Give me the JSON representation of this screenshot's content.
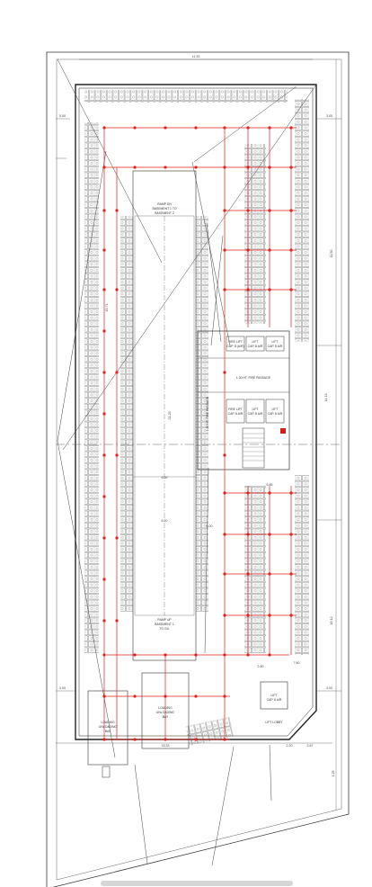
{
  "colors": {
    "line": "#3a3a3a",
    "sprinkler": "#e0201a",
    "paper": "#ffffff",
    "scroll": "#d6d6d6"
  },
  "ramp": {
    "top": {
      "line1": "RAMP DN",
      "line2": "BASEMENT 1 TO",
      "line3": "BASEMENT 2"
    },
    "bottom": {
      "line1": "RAMP UP",
      "line2": "BASEMENT 1",
      "line3": "TO G/L"
    }
  },
  "core": {
    "fire_lift": {
      "line1": "FIRE LIFT",
      "line2": "CAP. 8 (A/R)"
    },
    "lift_1": {
      "line1": "LIFT",
      "line2": "CAP. 8 A/R"
    },
    "lift_2": {
      "line1": "LIFT",
      "line2": "CAP. 8 A/R"
    },
    "passage": "1.00 HT. FIRE PASSAGE",
    "fire_lift_2": {
      "line1": "FIRE LIFT",
      "line2": "CAP. 8 A/R"
    },
    "lift_3": {
      "line1": "LIFT",
      "line2": "CAP. 8 A/R"
    },
    "lift_4": {
      "line1": "LIFT",
      "line2": "CAP. 8 A/R"
    },
    "vertical": "1.50 HT. FIRE PASSAGE"
  },
  "bottom_rooms": {
    "left": {
      "line1": "LOADING",
      "line2": "UNLOADING",
      "line3": "BAY"
    },
    "center": {
      "line1": "LOADING",
      "line2": "UNLOADING",
      "line3": "BAY"
    },
    "lift": {
      "line1": "LIFT",
      "line2": "CAP. 8 A/R"
    },
    "lift_lobby": "LIFT LOBBY"
  },
  "dims": {
    "top_width": "11.33",
    "left_top": "5.00",
    "left_mid": "19.71",
    "right_1": "3.00",
    "right_2": "11.50",
    "right_3": "14.13",
    "right_4": "18.12",
    "right_5": "3.00",
    "right_6": "4.25",
    "ramp_w": "6.00",
    "ramp_w2": "6.20",
    "aisle": "6.00",
    "b_left": "3.00",
    "b_1": "15.33",
    "b_2": "2.20",
    "b_3": "2.87",
    "center_v": "31.25",
    "core_w": "6.85",
    "core_w2": "7.60",
    "lobby": "2.80"
  }
}
